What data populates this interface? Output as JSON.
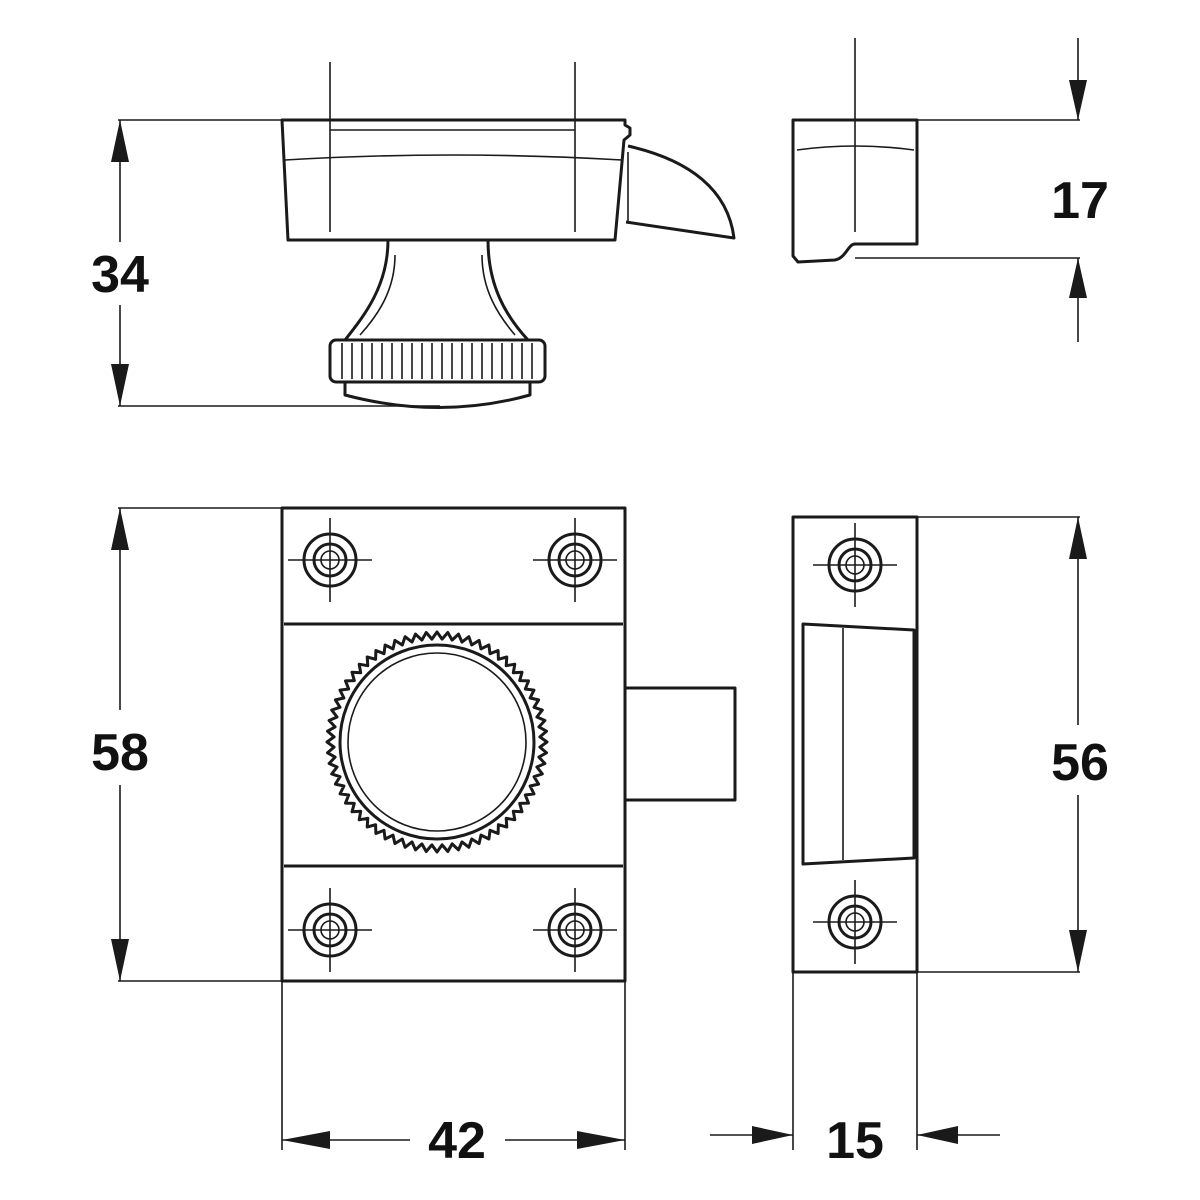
{
  "dimensions": {
    "top_height": "34",
    "keep_height": "17",
    "body_height": "58",
    "keep_length": "56",
    "body_width": "42",
    "keep_width": "15"
  }
}
